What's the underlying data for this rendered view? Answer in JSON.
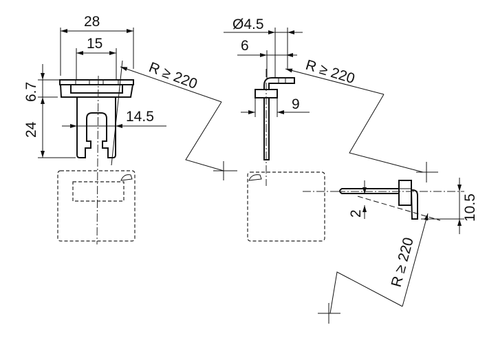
{
  "drawing": {
    "left_view": {
      "width_overall": "28",
      "width_inner": "15",
      "plate_height": "6.7",
      "body_height": "24",
      "slot_width": "14.5",
      "radius": "R ≥ 220"
    },
    "middle_view": {
      "diameter": "Ø4.5",
      "offset": "6",
      "block_width": "9",
      "radius": "R ≥ 220"
    },
    "right_view": {
      "rod_offset": "2",
      "height": "10.5",
      "radius": "R ≥ 220"
    }
  }
}
